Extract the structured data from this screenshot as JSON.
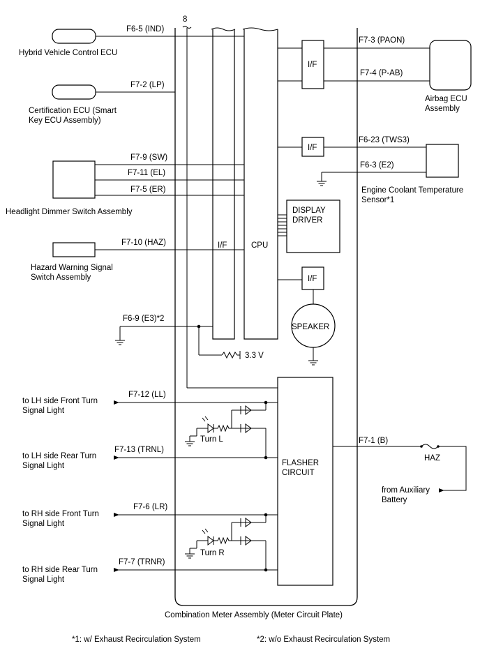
{
  "assembly": {
    "name": "Combination Meter Assembly (Meter Circuit Plate)",
    "bus_number": "8",
    "blocks": {
      "if_main": "I/F",
      "cpu": "CPU",
      "if_airbag": "I/F",
      "if_temp": "I/F",
      "if_speaker": "I/F",
      "display_driver_line1": "DISPLAY",
      "display_driver_line2": "DRIVER",
      "speaker": "SPEAKER",
      "flasher_line1": "FLASHER",
      "flasher_line2": "CIRCUIT",
      "turn_l": "Turn L",
      "turn_r": "Turn R",
      "voltage": "3.3 V"
    }
  },
  "terminals": {
    "ind": "F6-5 (IND)",
    "lp": "F7-2 (LP)",
    "sw": "F7-9 (SW)",
    "el": "F7-11 (EL)",
    "er": "F7-5 (ER)",
    "haz": "F7-10 (HAZ)",
    "e3": "F6-9 (E3)*2",
    "ll": "F7-12 (LL)",
    "trnl": "F7-13 (TRNL)",
    "lr": "F7-6 (LR)",
    "trnr": "F7-7 (TRNR)",
    "paon": "F7-3 (PAON)",
    "pab": "F7-4 (P-AB)",
    "tws3": "F6-23 (TWS3)",
    "e2": "F6-3 (E2)",
    "b": "F7-1 (B)"
  },
  "components": {
    "hybrid_ecu": "Hybrid Vehicle Control ECU",
    "cert_ecu_line1": "Certification ECU (Smart",
    "cert_ecu_line2": "Key ECU Assembly)",
    "headlight_switch": "Headlight Dimmer Switch Assembly",
    "hazard_switch_line1": "Hazard Warning Signal",
    "hazard_switch_line2": "Switch Assembly",
    "airbag_line1": "Airbag ECU",
    "airbag_line2": "Assembly",
    "coolant_line1": "Engine Coolant Temperature",
    "coolant_line2": "Sensor*1",
    "lh_front_line1": "to LH side Front Turn",
    "lh_front_line2": "Signal Light",
    "lh_rear_line1": "to LH side Rear Turn",
    "lh_rear_line2": "Signal Light",
    "rh_front_line1": "to RH side Front Turn",
    "rh_front_line2": "Signal Light",
    "rh_rear_line1": "to RH side Rear Turn",
    "rh_rear_line2": "Signal Light",
    "haz_fuse": "HAZ",
    "battery_line1": "from Auxiliary",
    "battery_line2": "Battery"
  },
  "notes": {
    "note1": "*1: w/ Exhaust Recirculation System",
    "note2": "*2: w/o Exhaust Recirculation System"
  }
}
